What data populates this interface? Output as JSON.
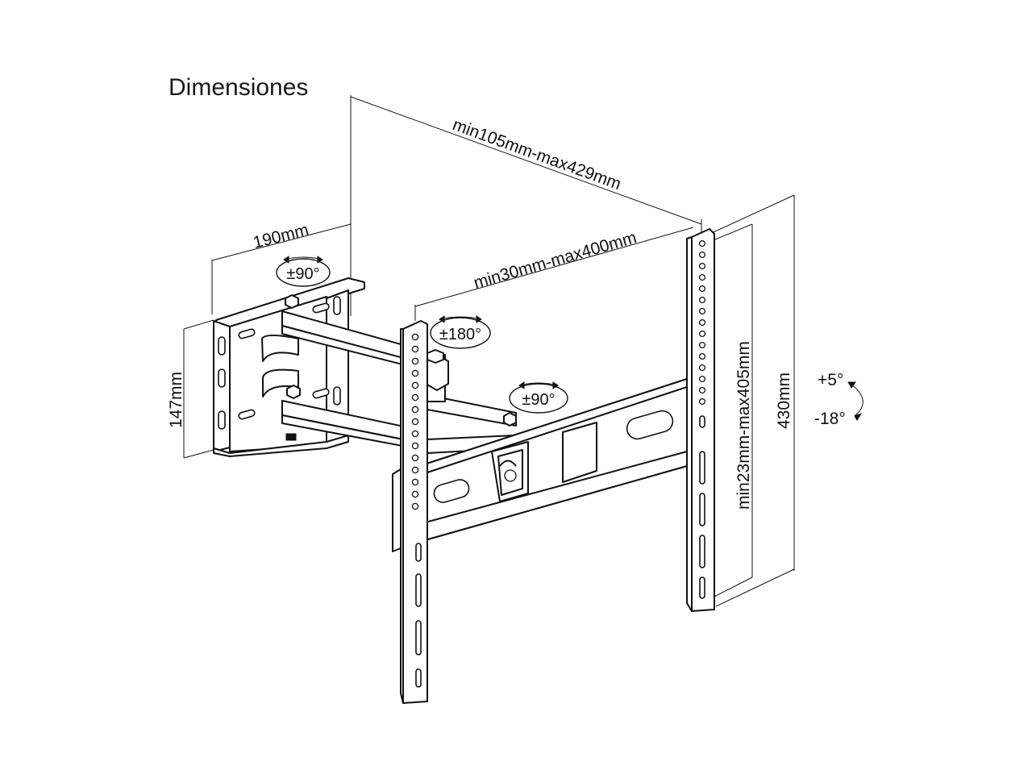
{
  "title": "Dimensiones",
  "dimensions": {
    "arm_extension": "min105mm-max429mm",
    "horizontal_spacing": "min30mm-max400mm",
    "wall_plate_depth": "190mm",
    "wall_plate_height": "147mm",
    "vertical_spacing": "min23mm-max405mm",
    "bracket_height": "430mm"
  },
  "angles": {
    "wall_swivel": "±90°",
    "arm_rotation": "±180°",
    "head_swivel": "±90°",
    "tilt_up": "+5°",
    "tilt_down": "-18°"
  }
}
